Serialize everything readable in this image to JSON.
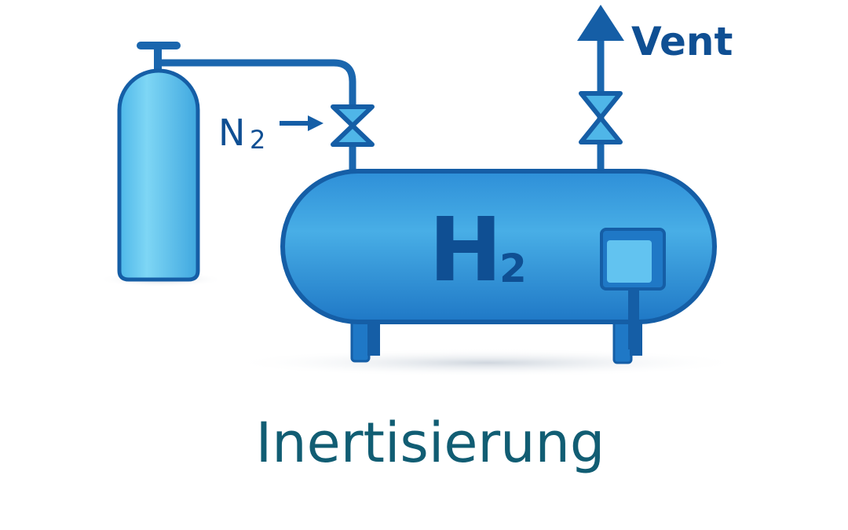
{
  "labels": {
    "nitrogen": "N",
    "nitrogen_sub": "2",
    "vent": "Vent",
    "tank_gas": "H",
    "tank_gas_sub": "2",
    "title": "Inertisierung"
  },
  "colors": {
    "outline": "#155ea6",
    "tank_fill": "#2b8fd8",
    "cylinder_fill": "#5cc3ef",
    "title": "#115d73"
  }
}
